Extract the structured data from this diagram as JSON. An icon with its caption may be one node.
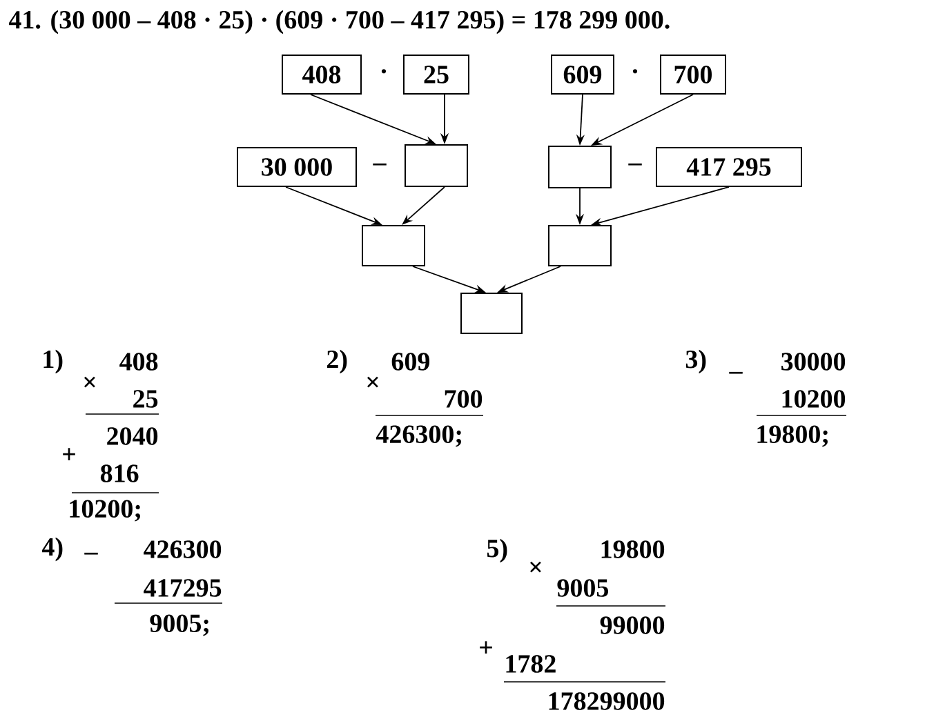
{
  "diagram": {
    "title": "41. (30 000 – 408 · 25) · (609 · 700 – 417 295) = 178 299 000.",
    "nodes": [
      {
        "text": [
          "408"
        ]
      },
      {
        "text": [
          "25"
        ]
      },
      {
        "text": [
          "609"
        ]
      },
      {
        "text": [
          "700"
        ]
      },
      {
        "text": [
          "30 000"
        ]
      },
      {
        "text": [],
        "shape": "box"
      },
      {
        "text": [],
        "shape": "box"
      },
      {
        "text": [
          "417 295"
        ]
      },
      {
        "text": [],
        "shape": "box"
      },
      {
        "text": [],
        "shape": "box"
      },
      {
        "text": [],
        "shape": "box"
      }
    ],
    "edges": [
      {
        "from": 0,
        "to": 5,
        "arrow": "to"
      },
      {
        "from": 1,
        "to": 5,
        "arrow": "to"
      },
      {
        "from": 2,
        "to": 6,
        "arrow": "to"
      },
      {
        "from": 3,
        "to": 6,
        "arrow": "to"
      },
      {
        "from": 4,
        "to": 8,
        "arrow": "to"
      },
      {
        "from": 5,
        "to": 8,
        "arrow": "to"
      },
      {
        "from": 6,
        "to": 9,
        "arrow": "to"
      },
      {
        "from": 7,
        "to": 9,
        "arrow": "to"
      },
      {
        "from": 8,
        "to": 10,
        "arrow": "to"
      },
      {
        "from": 9,
        "to": 10,
        "arrow": "to"
      }
    ],
    "labels": [
      "·",
      "·",
      "–",
      "–",
      "1)",
      "×",
      "408",
      "25",
      "2040",
      "+",
      "816",
      "10200;",
      "2)",
      "×",
      "609",
      "700",
      "426300;",
      "3)",
      "–",
      "30000",
      "10200",
      "19800;",
      "4)",
      "–",
      "426300",
      "417295",
      "9005;",
      "5)",
      "×",
      "19800",
      "9005",
      "99000",
      "+",
      "1782",
      "178299000"
    ]
  }
}
